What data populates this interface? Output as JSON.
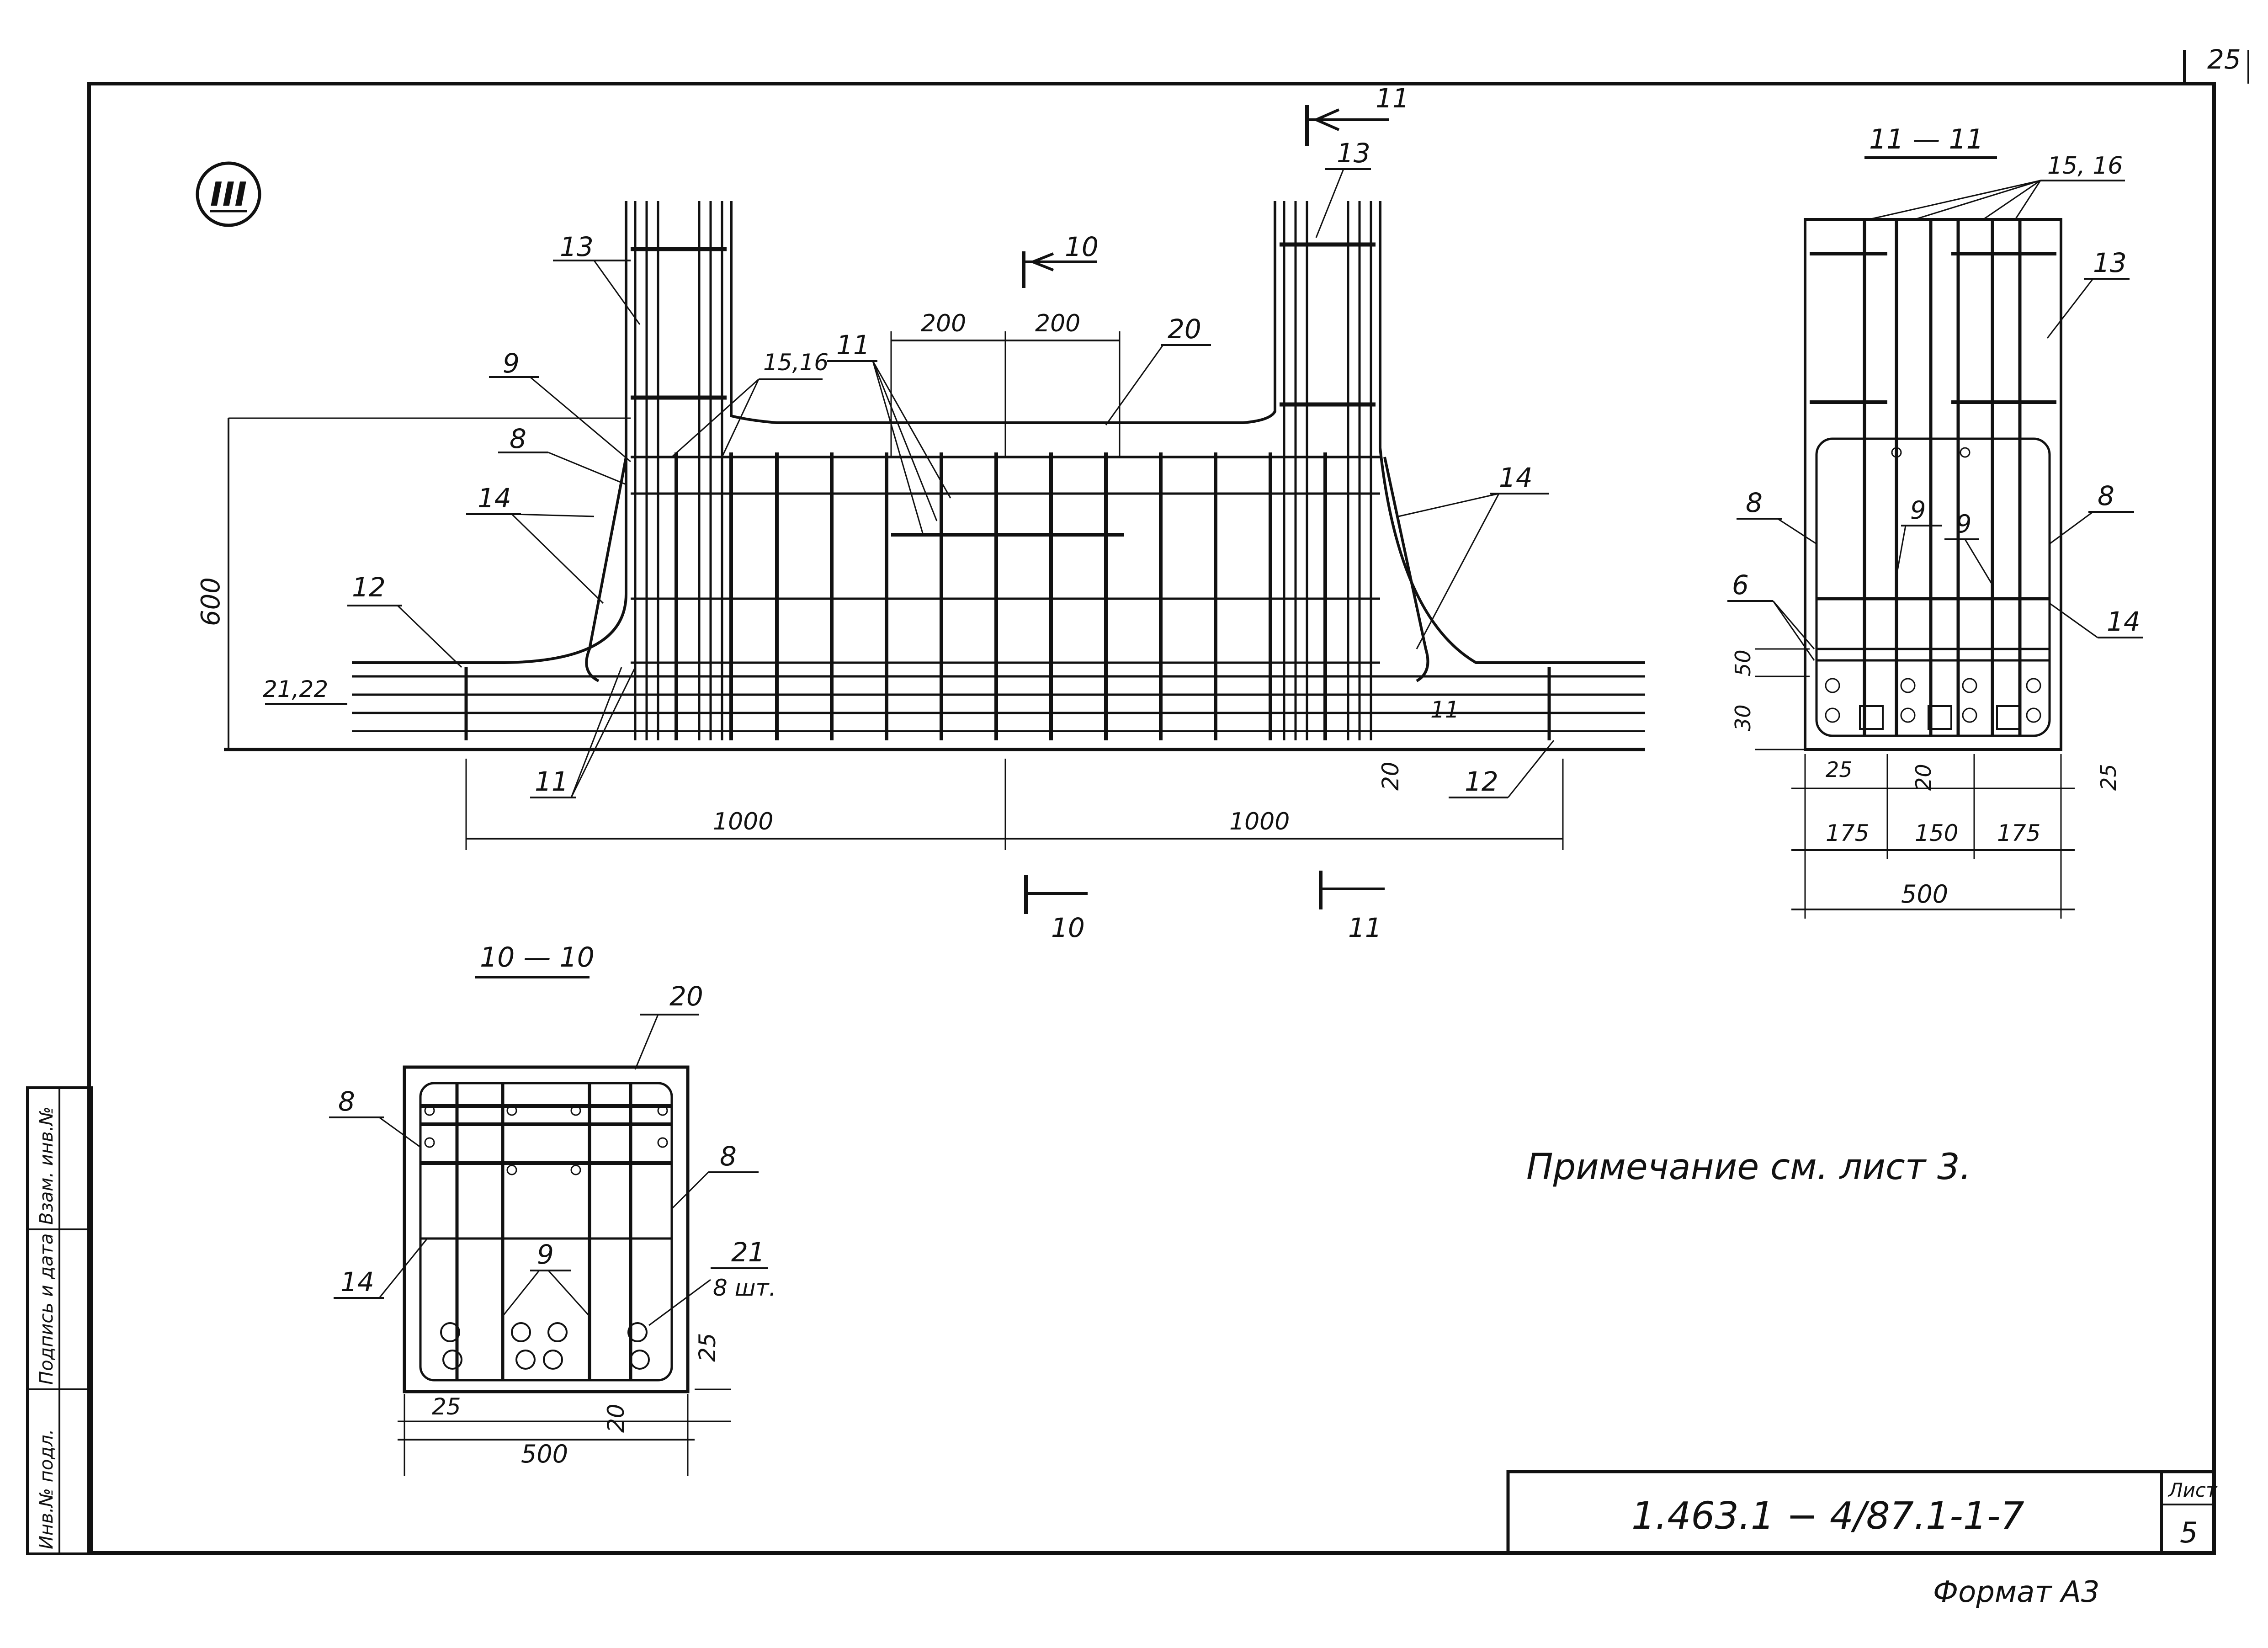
{
  "sheet_number_top": "25",
  "detail_mark": "III",
  "sections": {
    "s11_top_label": "11",
    "s11_bottom_label": "11",
    "s10_top_label": "10",
    "s10_bottom_label": "10",
    "section_10_title": "10 — 10",
    "section_11_title": "11 — 11"
  },
  "main_view": {
    "labels": {
      "l13_left": "13",
      "l13_right": "13",
      "l9": "9",
      "l8": "8",
      "l14_left": "14",
      "l14_right": "14",
      "l12_left": "12",
      "l12_right": "12",
      "l2122": "21,22",
      "l1516": "15,16",
      "l11_top": "11",
      "l11_bottom": "11",
      "l11_right": "11",
      "l20": "20"
    },
    "dims": {
      "d200a": "200",
      "d200b": "200",
      "d600": "600",
      "d1000a": "1000",
      "d1000b": "1000",
      "d20": "20"
    }
  },
  "section_10": {
    "labels": {
      "l20": "20",
      "l8_left": "8",
      "l8_right": "8",
      "l14": "14",
      "l9": "9",
      "l21": "21",
      "l21_count": "8 шт."
    },
    "dims": {
      "d25a": "25",
      "d25b": "25",
      "d20": "20",
      "d500": "500"
    }
  },
  "section_11": {
    "labels": {
      "l1516": "15, 16",
      "l13": "13",
      "l8_left": "8",
      "l8_right": "8",
      "l9a": "9",
      "l9b": "9",
      "l6": "6",
      "l14": "14"
    },
    "dims": {
      "d50": "50",
      "d30": "30",
      "d25a": "25",
      "d20": "20",
      "d25b": "25",
      "d175a": "175",
      "d150": "150",
      "d175b": "175",
      "d500": "500"
    }
  },
  "note": "Примечание см. лист 3.",
  "title_block": {
    "code": "1.463.1 − 4/87.1-1-7",
    "sheet_label": "Лист",
    "sheet_value": "5"
  },
  "side_stamp": [
    "Инв.№ подл.",
    "Подпись и дата",
    "Взам. инв.№"
  ],
  "format": "Формат А3"
}
